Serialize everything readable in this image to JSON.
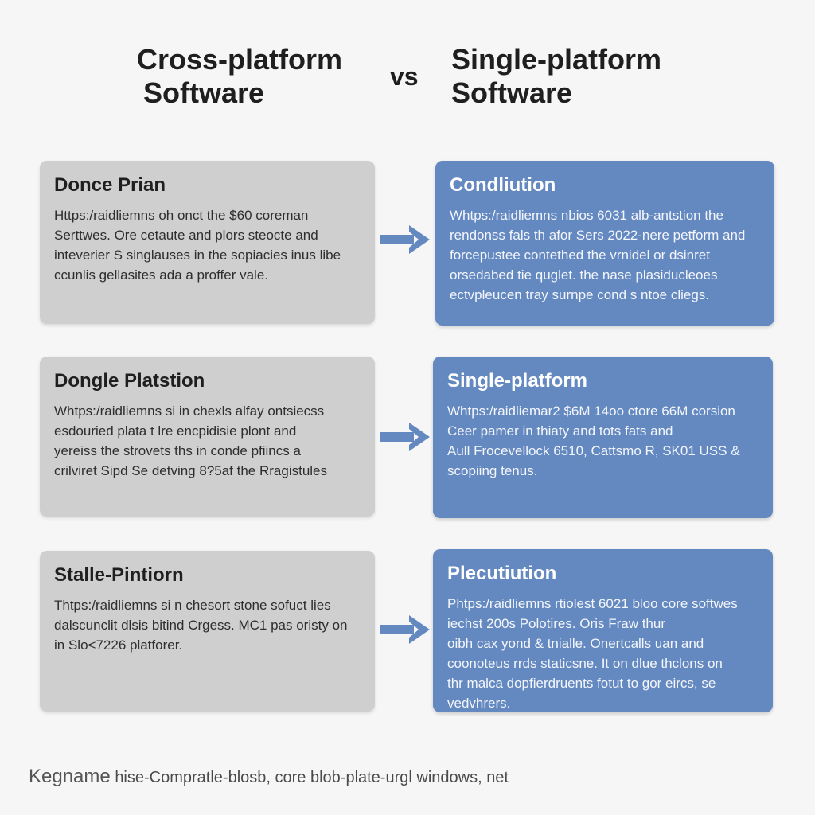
{
  "header": {
    "left_title": [
      "Cross-platform",
      "Software"
    ],
    "vs": "vs",
    "right_title": [
      "Single-platform",
      "Software"
    ]
  },
  "left_cards": [
    {
      "heading": "Donce Prian",
      "lines": [
        "Https:/raidliemns oh onct the $60 coreman",
        "Serttwes. Ore cetaute and plors steocte and",
        "inteverier S singlauses in the sopiacies inus libe",
        "ccunlis gellasites ada a proffer vale."
      ]
    },
    {
      "heading": "Dongle Platstion",
      "lines": [
        "Whtps:/raidliemns si in chexls alfay ontsiecss",
        "esdouried plata t lre encpidisie plont and",
        "yereiss the strovets ths in conde pfiincs a",
        "crilviret Sipd Se detving 8?5af the Rragistules"
      ]
    },
    {
      "heading": "Stalle-Pintiorn",
      "lines": [
        "Thtps:/raidliemns si n chesort stone sofuct lies",
        "dalscunclit dlsis bitind Crgess. MC1 pas oristy on",
        "in Slo<7226 platforer."
      ]
    }
  ],
  "right_cards": [
    {
      "heading": "Condliution",
      "lines": [
        "Whtps:/raidliemns nbios 6031 alb-antstion the",
        "rendonss fals th afor Sers 2022-nere petform and",
        "forcepustee contethed the vrnidel or dsinret",
        "orsedabed tie quglet. the nase plasiducleoes",
        "ectvpleucen tray surnpe cond s ntoe cliegs."
      ]
    },
    {
      "heading": "Single-platform",
      "lines": [
        "Whtps:/raidliemar2 $6M 14oo ctore 66M corsion",
        "Ceer pamer in thiaty and tots fats and",
        "Aull Frocevellock 6510, Cattsmo R, SK01 USS &",
        "scopiing tenus."
      ]
    },
    {
      "heading": "Plecutiution",
      "lines": [
        "Phtps:/raidliemns rtiolest 6021 bloo core softwes",
        "iechst 200s Polotires. Oris Fraw thur",
        "oibh cax yond & tnialle. Onertcalls uan and",
        "coonoteus rrds staticsne. It on dlue thclons on",
        "thr malca dopfierdruents fotut to gor eircs, se",
        "vedvhrers."
      ]
    }
  ],
  "footer": {
    "brand": "Kegname",
    "text": "hise-Compratle-blosb, core blob-plate-urgl windows, net"
  },
  "colors": {
    "grey_card": "#cfcfcf",
    "blue_card": "#6488c0",
    "arrow": "#6488c0"
  },
  "icons": [
    "right-arrow-icon"
  ]
}
